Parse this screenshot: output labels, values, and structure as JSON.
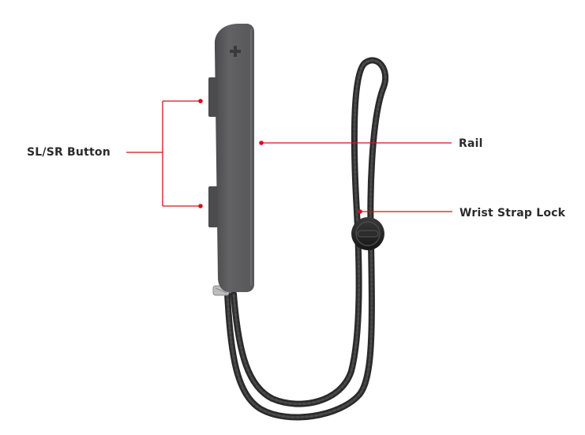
{
  "labels": {
    "sl_sr_button": "SL/SR Button",
    "rail": "Rail",
    "wrist_strap_lock": "Wrist Strap Lock"
  },
  "colors": {
    "callout_line": "#d4101e",
    "label_text": "#2b2b2b",
    "strap_body": "#5a5a5c",
    "cord": "#2a2a2a"
  },
  "icons": {
    "strap_plus": "plus-icon"
  }
}
